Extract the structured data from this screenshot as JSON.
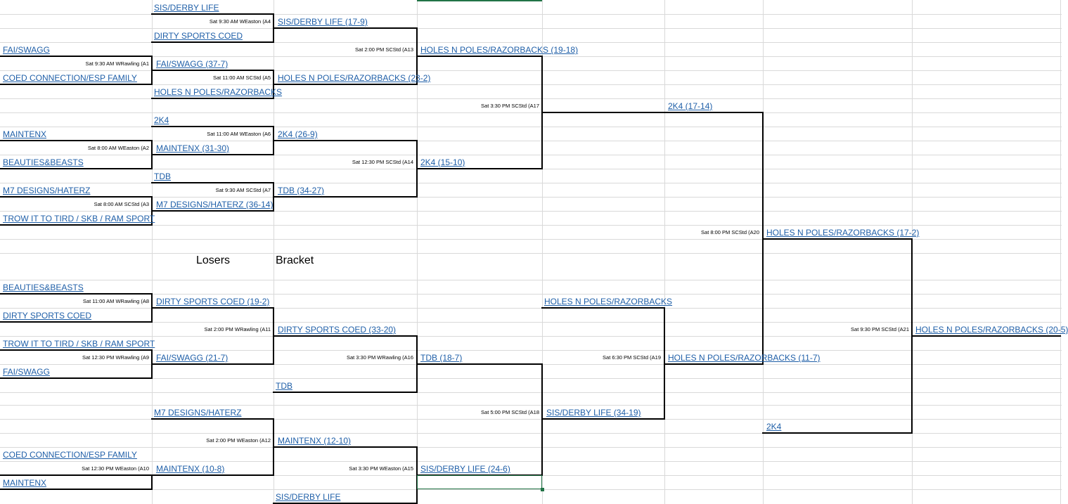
{
  "winners_bracket": {
    "round1": [
      {
        "id": "A1",
        "top": "FAI/SWAGG",
        "bottom": "COED CONNECTION/ESP FAMILY",
        "game": "Sat 9:30 AM WRawling  (A1"
      },
      {
        "id": "A2",
        "top": "MAINTENX",
        "bottom": "BEAUTIES&BEASTS",
        "game": "Sat 8:00 AM WEaston  (A2"
      },
      {
        "id": "A3",
        "top": "M7 DESIGNS/HATERZ",
        "bottom": "TROW IT TO TIRD / SKB / RAM SPORT",
        "game": "Sat 8:00 AM SCStd  (A3"
      }
    ],
    "round2": [
      {
        "id": "A4",
        "top": "SIS/DERBY LIFE",
        "bottom": "DIRTY SPORTS COED",
        "game": "Sat 9:30 AM WEaston  (A4"
      },
      {
        "id": "A5",
        "top": "FAI/SWAGG (37-7)",
        "bottom": "HOLES N POLES/RAZORBACKS",
        "game": "Sat 11:00 AM SCStd  (A5"
      },
      {
        "id": "A6",
        "top": "2K4",
        "bottom": "MAINTENX (31-30)",
        "game": "Sat 11:00 AM WEaston  (A6"
      },
      {
        "id": "A7",
        "top": "TDB",
        "bottom": "M7 DESIGNS/HATERZ (36-14)",
        "game": "Sat 9:30 AM SCStd  (A7"
      }
    ],
    "round3": [
      {
        "id": "A13",
        "top": "SIS/DERBY LIFE (17-9)",
        "bottom": "HOLES N POLES/RAZORBACKS (23-2)",
        "game": "Sat 2:00 PM SCStd  (A13"
      },
      {
        "id": "A14",
        "top": "2K4 (26-9)",
        "bottom": "TDB (34-27)",
        "game": "Sat 12:30 PM SCStd  (A14"
      }
    ],
    "round4": [
      {
        "id": "A17",
        "top": "HOLES N POLES/RAZORBACKS (19-18)",
        "bottom": "2K4 (15-10)",
        "game": "Sat 3:30 PM SCStd  (A17"
      }
    ],
    "winners_final_team": "2K4 (17-14)"
  },
  "losers_heading": {
    "left": "Losers",
    "right": "Bracket"
  },
  "losers_bracket": {
    "round1": [
      {
        "id": "A8",
        "top": "BEAUTIES&BEASTS",
        "bottom": "DIRTY SPORTS COED",
        "game": "Sat 11:00 AM WRawling  (A8"
      },
      {
        "id": "A9",
        "top": "TROW IT TO TIRD / SKB / RAM SPORT",
        "bottom": "FAI/SWAGG",
        "game": "Sat 12:30 PM WRawling  (A9"
      },
      {
        "id": "A10",
        "top": "COED CONNECTION/ESP FAMILY",
        "bottom": "MAINTENX",
        "game": "Sat 12:30 PM WEaston  (A10"
      }
    ],
    "round2": [
      {
        "id": "A11",
        "top": "DIRTY SPORTS COED (19-2)",
        "bottom": "FAI/SWAGG (21-7)",
        "game": "Sat 2:00 PM WRawling  (A11"
      },
      {
        "id": "A12",
        "top": "M7 DESIGNS/HATERZ",
        "bottom": "MAINTENX (10-8)",
        "game": "Sat 2:00 PM WEaston  (A12"
      }
    ],
    "round3": [
      {
        "id": "A16",
        "top": "DIRTY SPORTS COED (33-20)",
        "bottom": "TDB",
        "game": "Sat 3:30 PM WRawling  (A16"
      },
      {
        "id": "A15",
        "top": "MAINTENX (12-10)",
        "bottom": "SIS/DERBY LIFE",
        "game": "Sat 3:30 PM WEaston  (A15"
      }
    ],
    "round4": [
      {
        "id": "A18",
        "top": "TDB (18-7)",
        "bottom": "SIS/DERBY LIFE (24-6)",
        "game": "Sat 5:00 PM SCStd  (A18"
      }
    ],
    "round5": [
      {
        "id": "A19",
        "top": "HOLES N POLES/RAZORBACKS",
        "bottom": "SIS/DERBY LIFE (34-19)",
        "game": "Sat 6:30 PM SCStd  (A19"
      }
    ],
    "losers_final_team": "HOLES N POLES/RAZORBACKS (11-7)"
  },
  "finals": {
    "A20": {
      "game": "Sat 8:00 PM SCStd  (A20",
      "winner": "HOLES N POLES/RAZORBACKS (17-2)"
    },
    "A21": {
      "game": "Sat 9:30 PM SCStd  (A21",
      "opponent": "2K4",
      "champion": "HOLES N POLES/RAZORBACKS (20-5)"
    }
  },
  "colors": {
    "team_link": "#1f5fa8",
    "grid": "#d9d9d9",
    "bracket_line": "#000000",
    "selection": "#217346"
  }
}
